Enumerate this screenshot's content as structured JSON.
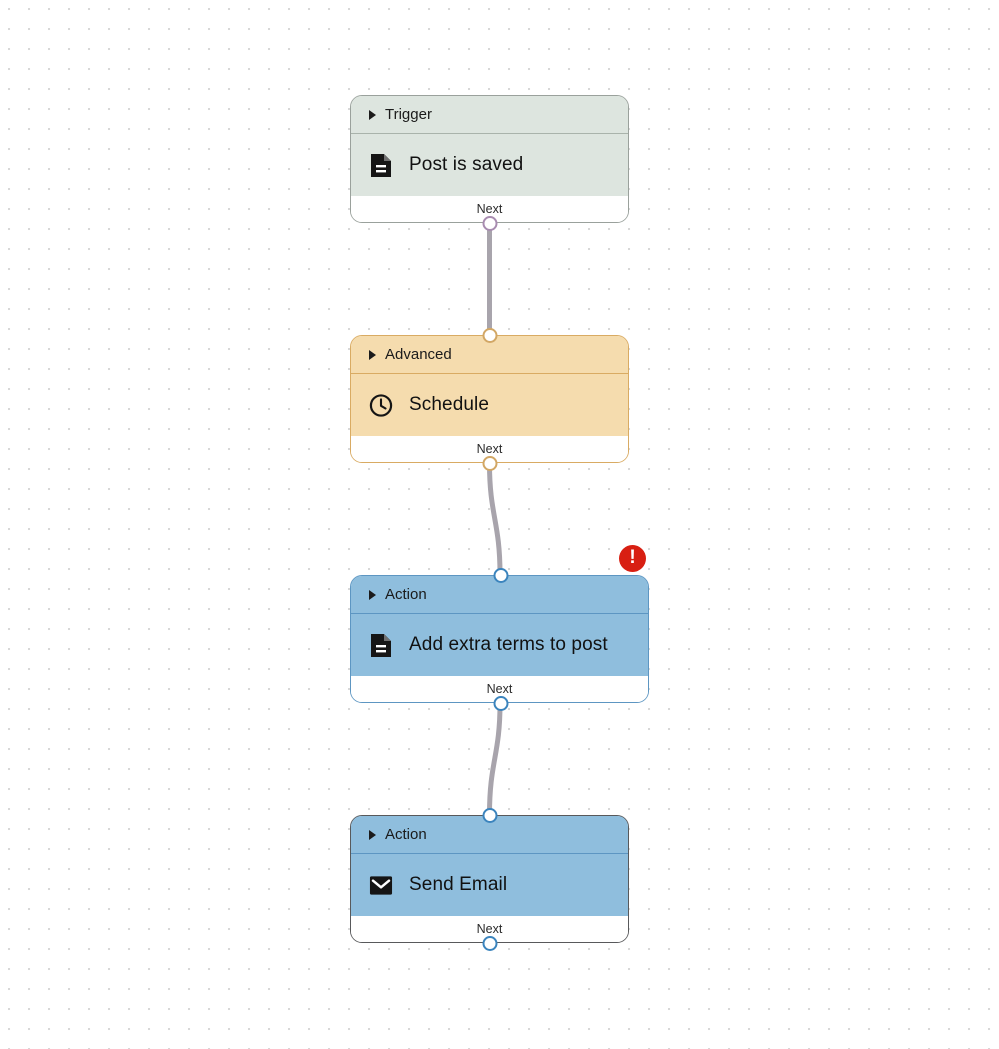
{
  "canvas": {
    "background_color": "#ffffff",
    "grid_dot_color": "#d8d8d8",
    "grid_spacing": 20
  },
  "nodes": [
    {
      "id": "trigger-post-is-saved",
      "category": "Trigger",
      "title": "Post is saved",
      "icon": "document-icon",
      "footer_label": "Next",
      "header_color": "#dde5df",
      "body_color": "#dde5df",
      "border_color": "#9aa19c",
      "handle_color": "#a88cb0",
      "has_error": false
    },
    {
      "id": "advanced-schedule",
      "category": "Advanced",
      "title": "Schedule",
      "icon": "clock-icon",
      "footer_label": "Next",
      "header_color": "#f5dcae",
      "body_color": "#f5dcae",
      "border_color": "#d9ab63",
      "handle_color": "#d2a765",
      "has_error": false
    },
    {
      "id": "action-add-extra-terms",
      "category": "Action",
      "title": "Add extra terms to post",
      "icon": "document-icon",
      "footer_label": "Next",
      "header_color": "#8fbedd",
      "body_color": "#8fbedd",
      "border_color": "#5d96c2",
      "handle_color": "#3b84bd",
      "has_error": true,
      "error_symbol": "!"
    },
    {
      "id": "action-send-email",
      "category": "Action",
      "title": "Send Email",
      "icon": "envelope-icon",
      "footer_label": "Next",
      "header_color": "#8fbedd",
      "body_color": "#8fbedd",
      "border_color": "#58595b",
      "handle_color": "#3b84bd",
      "has_error": false
    }
  ],
  "edges": [
    {
      "id": "edge-trigger-to-advanced",
      "from": "trigger-post-is-saved",
      "to": "advanced-schedule",
      "color": "#a8a4ac"
    },
    {
      "id": "edge-advanced-to-action",
      "from": "advanced-schedule",
      "to": "action-add-extra-terms",
      "color": "#a8a4ac"
    },
    {
      "id": "edge-action-to-email",
      "from": "action-add-extra-terms",
      "to": "action-send-email",
      "color": "#a8a4ac"
    }
  ]
}
